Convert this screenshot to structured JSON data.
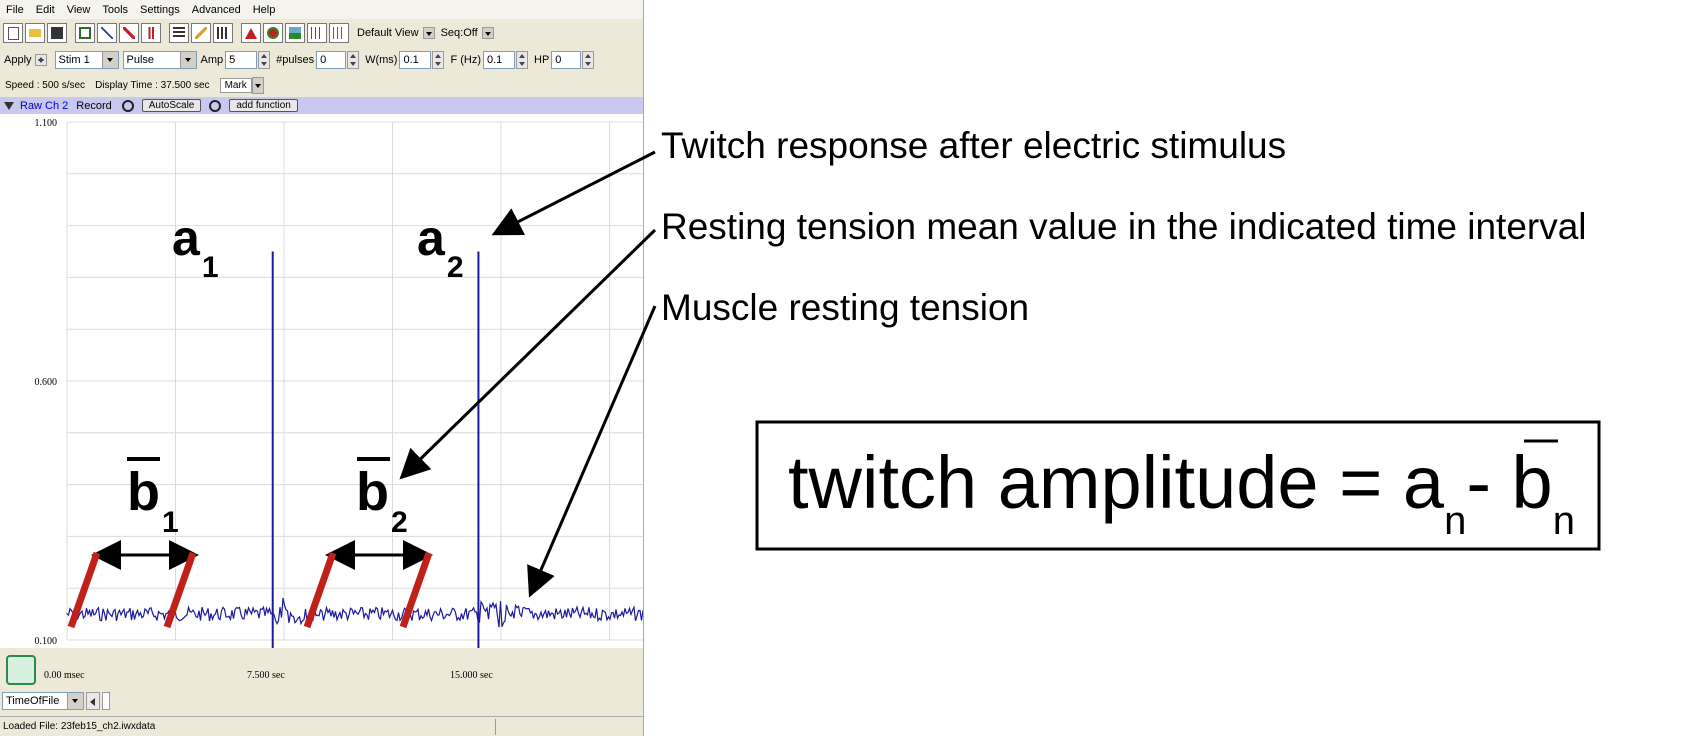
{
  "menu": [
    "File",
    "Edit",
    "View",
    "Tools",
    "Settings",
    "Advanced",
    "Help"
  ],
  "toolbar": {
    "icons": [
      "new-file-icon",
      "open-file-icon",
      "save-icon",
      "window-icon",
      "analysis-icon",
      "analysis-cross-icon",
      "marker-icon",
      "list-icon",
      "edit-icon",
      "columns-icon",
      "triangle-icon",
      "target-icon",
      "mountain-icon",
      "grid-icon",
      "grid-alt-icon"
    ],
    "view_label": "Default View",
    "seq_label": "Seq:Off"
  },
  "stim": {
    "apply_label": "Apply",
    "stim_value": "Stim 1",
    "mode_value": "Pulse",
    "amp_label": "Amp",
    "amp_value": "5",
    "pulses_label": "#pulses",
    "pulses_value": "0",
    "w_label": "W(ms)",
    "w_value": "0.1",
    "f_label": "F (Hz)",
    "f_value": "0.1",
    "hp_label": "HP",
    "hp_value": "0"
  },
  "info": {
    "speed": "Speed : 500 s/sec",
    "display_time": "Display Time : 37.500 sec",
    "mark_label": "Mark"
  },
  "channel": {
    "name": "Raw Ch 2",
    "record_label": "Record",
    "autoscale_label": "AutoScale",
    "add_function_label": "add function"
  },
  "chart_data": {
    "type": "line",
    "series": [
      {
        "values": [
          0.15,
          0.15,
          0.15,
          0.15,
          0.15,
          0.15,
          0.15,
          0.85,
          0.15,
          0.15,
          0.15,
          0.15,
          0.15,
          0.15,
          0.15,
          0.85,
          0.15,
          0.15,
          0.15,
          0.15,
          0.15,
          0.15
        ]
      }
    ],
    "x": [
      0,
      1,
      2,
      3,
      4,
      5,
      6,
      7.5,
      8,
      9,
      10,
      11,
      12,
      13,
      14,
      15,
      16,
      17,
      18,
      19,
      20,
      21
    ],
    "y_ticks": [
      "1.100",
      "0.600",
      "0.100"
    ],
    "x_ticks": [
      "0.00 msec",
      "7.500 sec",
      "15.000 sec"
    ],
    "ylim": [
      0.1,
      1.1
    ],
    "grid": true
  },
  "bottom": {
    "time_mode": "TimeOfFile",
    "loaded_file": "Loaded File: 23feb15_ch2.iwxdata"
  },
  "annotations": {
    "a1": "a",
    "a1_sub": "1",
    "a2": "a",
    "a2_sub": "2",
    "b1": "b",
    "b1_sub": "1",
    "b2": "b",
    "b2_sub": "2",
    "label_twitch": "Twitch response after electric stimulus",
    "label_resting_mean": "Resting tension mean value in the indicated time interval",
    "label_resting": "Muscle resting tension",
    "formula_main": "twitch amplitude = a",
    "formula_sub1": "n",
    "formula_mid": "- b",
    "formula_sub2": "n"
  },
  "colors": {
    "trace": "#1a1a9a",
    "interval_marks": "#c0201a",
    "channel_bar": "#c8c8f0"
  }
}
